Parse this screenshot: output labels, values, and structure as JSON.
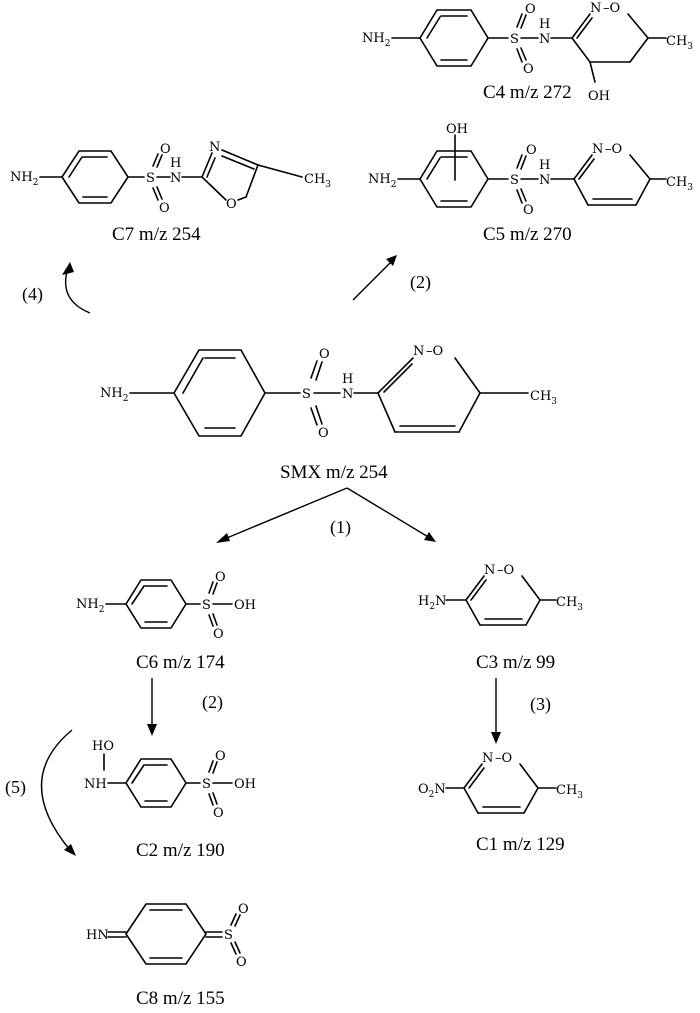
{
  "compounds": {
    "smx": {
      "label": "SMX m/z 254"
    },
    "c4": {
      "label": "C4 m/z 272"
    },
    "c5": {
      "label": "C5 m/z 270"
    },
    "c7": {
      "label": "C7 m/z 254"
    },
    "c6": {
      "label": "C6 m/z 174"
    },
    "c3": {
      "label": "C3 m/z 99"
    },
    "c2": {
      "label": "C2 m/z 190"
    },
    "c1": {
      "label": "C1 m/z 129"
    },
    "c8": {
      "label": "C8 m/z 155"
    }
  },
  "steps": {
    "s1": "(1)",
    "s2_top": "(2)",
    "s2_bottom": "(2)",
    "s3": "(3)",
    "s4": "(4)",
    "s5": "(5)"
  },
  "atoms": {
    "nh": "NH",
    "two": "2",
    "h2": "H",
    "n": "N",
    "h": "H",
    "o": "O",
    "s": "S",
    "oh": "OH",
    "ch": "CH",
    "three": "3",
    "ho": "HO",
    "hn": "HN",
    "nh_only": "NH",
    "dash_o": "–O"
  }
}
